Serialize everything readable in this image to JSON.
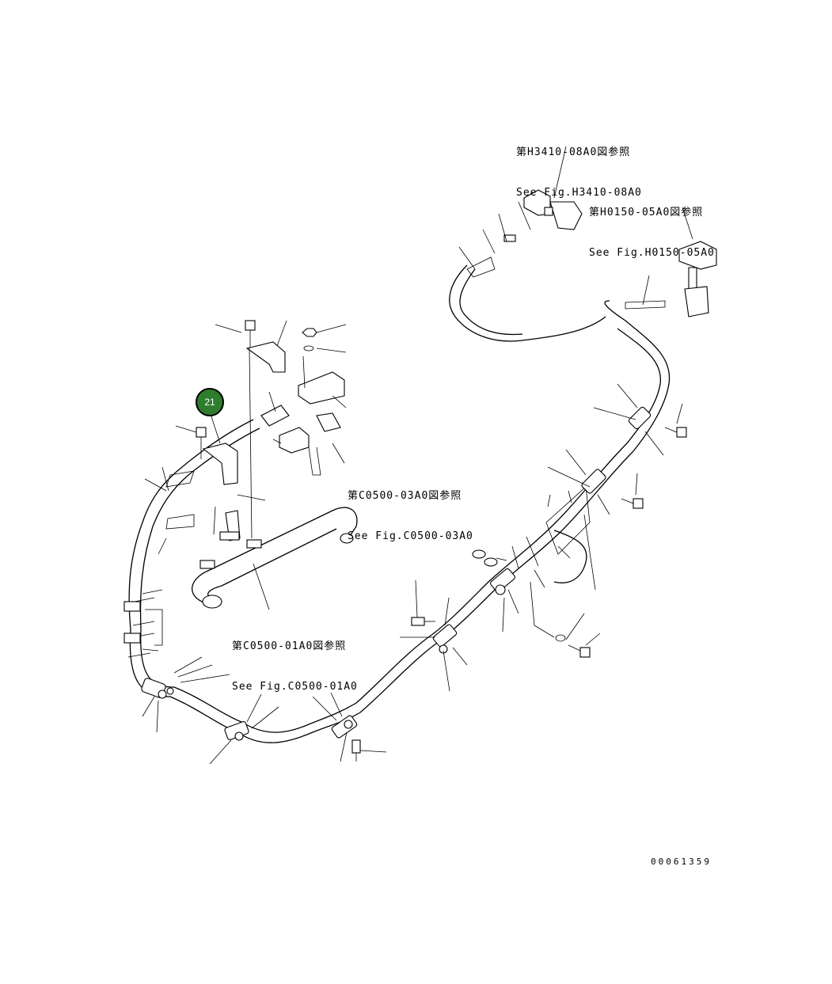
{
  "references": [
    {
      "id": "ref-h3410",
      "line1": "第H3410-08A0図参照",
      "line2": "See Fig.H3410-08A0"
    },
    {
      "id": "ref-h0150",
      "line1": "第H0150-05A0図参照",
      "line2": "See Fig.H0150-05A0"
    },
    {
      "id": "ref-c0500-03",
      "line1": "第C0500-03A0図参照",
      "line2": "See Fig.C0500-03A0"
    },
    {
      "id": "ref-c0500-01",
      "line1": "第C0500-01A0図参照",
      "line2": "See Fig.C0500-01A0"
    }
  ],
  "callout": {
    "label": "21",
    "color": "#2e7d2e"
  },
  "figure_number": "00061359"
}
